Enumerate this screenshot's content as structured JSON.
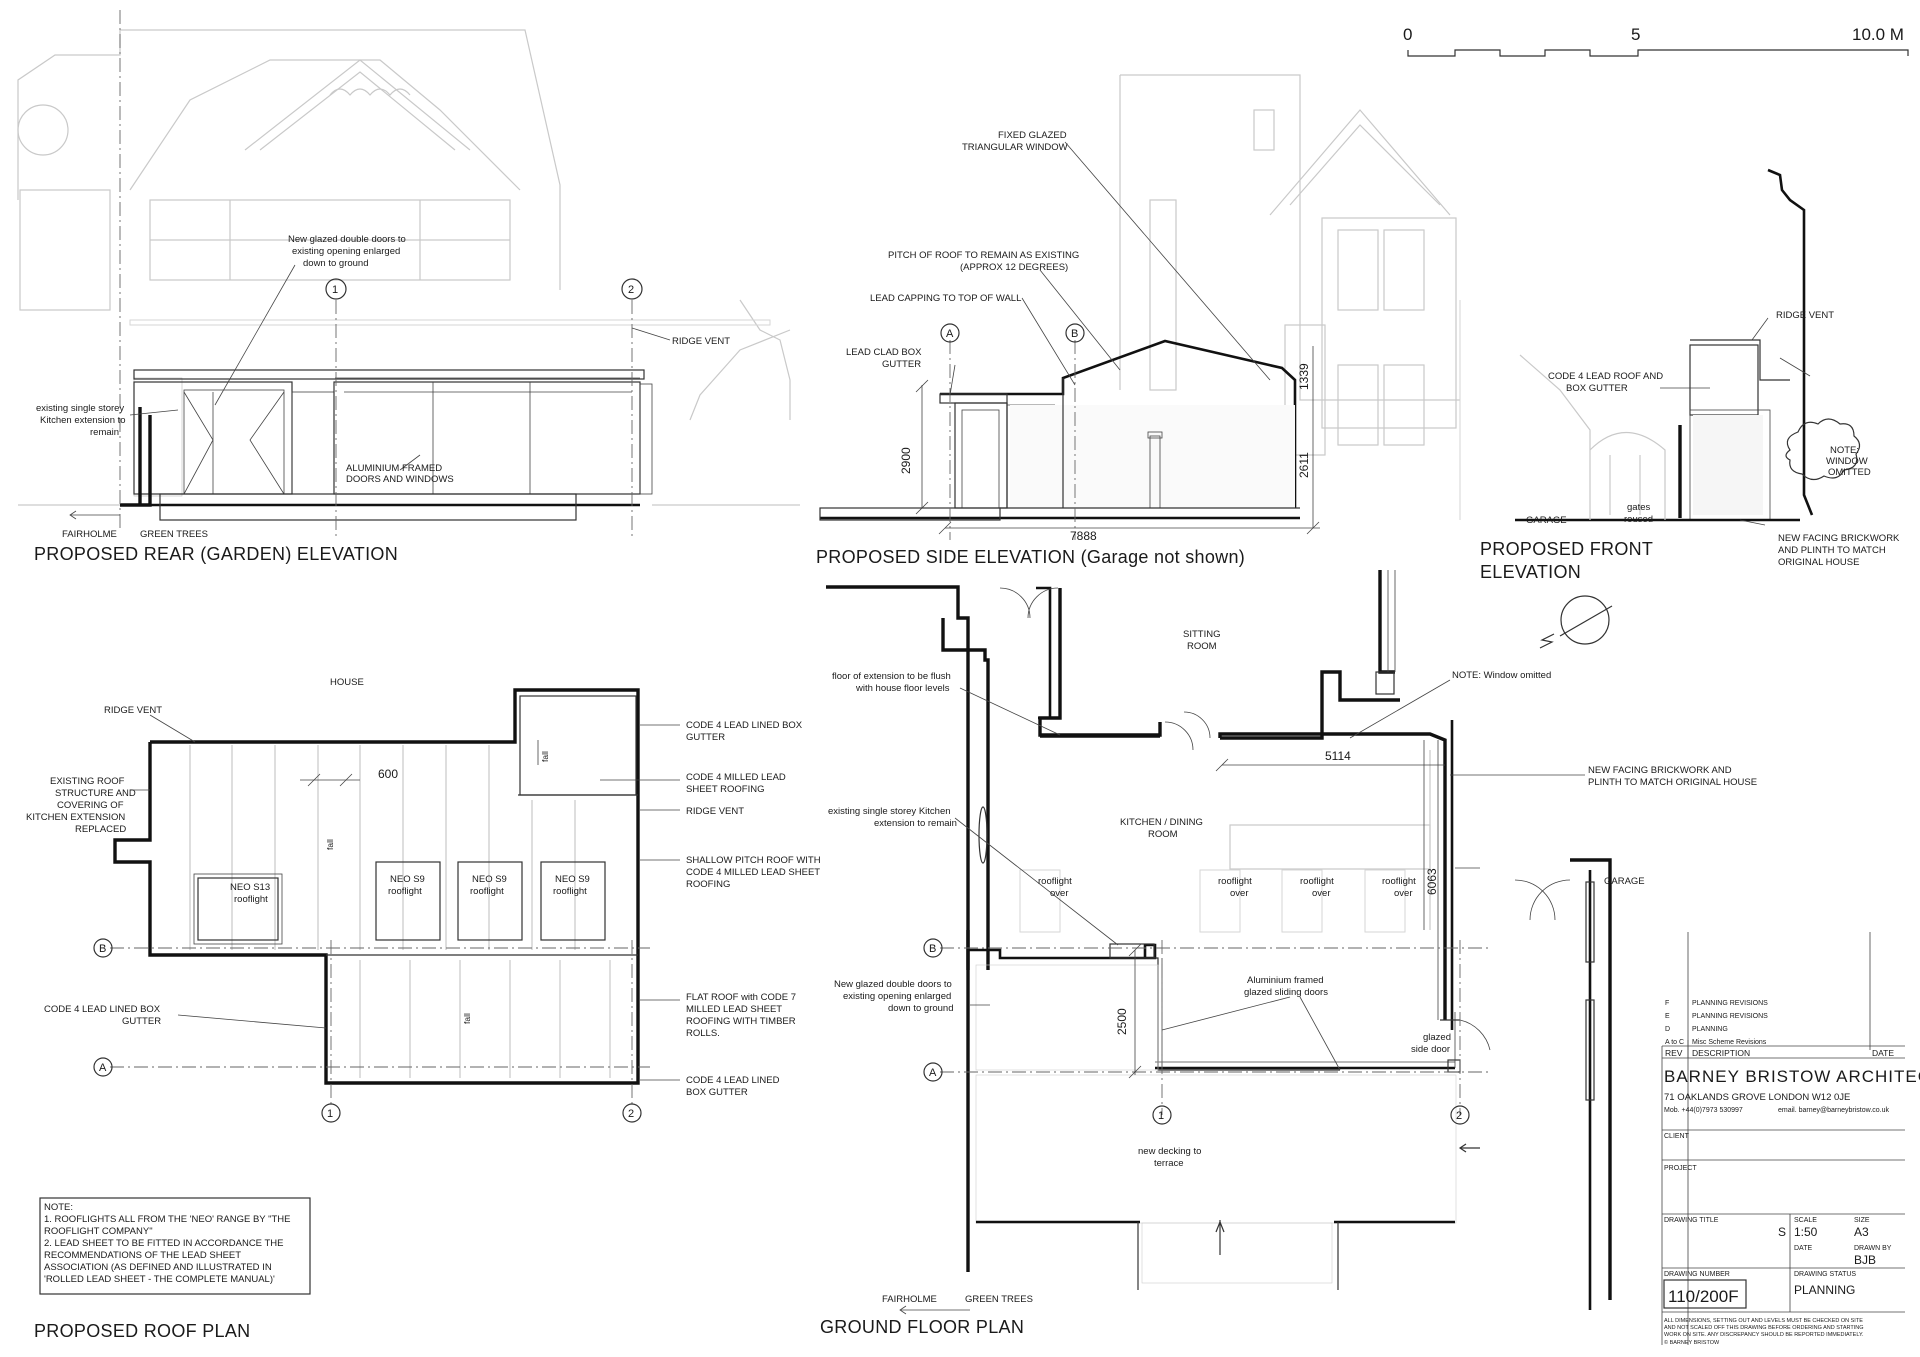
{
  "scale_bar": {
    "labels": [
      "0",
      "5",
      "10.0 M"
    ]
  },
  "rear_elevation": {
    "title": "PROPOSED REAR (GARDEN) ELEVATION",
    "notes": {
      "doors": [
        "New glazed double doors to",
        "existing opening enlarged",
        "down to ground"
      ],
      "ridge_vent": "RIDGE VENT",
      "existing": [
        "existing single storey",
        "Kitchen extension to",
        "remain"
      ],
      "aluminium": [
        "ALUMINIUM FRAMED",
        "DOORS AND WINDOWS"
      ],
      "fairholme": "FAIRHOLME",
      "green_trees": "GREEN TREES"
    },
    "grid_bubbles": [
      "1",
      "2"
    ]
  },
  "side_elevation": {
    "title": "PROPOSED SIDE ELEVATION (Garage not shown)",
    "notes": {
      "fixed": [
        "FIXED GLAZED",
        "TRIANGULAR WINDOW"
      ],
      "pitch": [
        "PITCH OF ROOF TO REMAIN AS EXISTING",
        "(APPROX 12 DEGREES)"
      ],
      "lead_capping": "LEAD CAPPING TO TOP OF WALL",
      "lead_clad": [
        "LEAD CLAD BOX",
        "GUTTER"
      ]
    },
    "grid_bubbles": [
      "A",
      "B"
    ],
    "dims": {
      "h1": "2900",
      "h2": "1339",
      "h3": "2611",
      "w": "7888"
    }
  },
  "front_elevation": {
    "title": [
      "PROPOSED FRONT",
      "ELEVATION"
    ],
    "notes": {
      "ridge_vent": "RIDGE VENT",
      "code4": [
        "CODE 4 LEAD ROOF AND",
        "BOX GUTTER"
      ],
      "cloud": [
        "NOTE:",
        "WINDOW",
        "OMITTED"
      ],
      "garage": "GARAGE",
      "gates": [
        "gates",
        "reused"
      ],
      "brick": [
        "NEW FACING BRICKWORK",
        "AND PLINTH TO MATCH",
        "ORIGINAL HOUSE"
      ]
    }
  },
  "roof_plan": {
    "title": "PROPOSED ROOF PLAN",
    "house": "HOUSE",
    "notes": {
      "ridge_vent_left": "RIDGE VENT",
      "existing": [
        "EXISTING ROOF",
        "STRUCTURE AND",
        "COVERING OF",
        "KITCHEN EXTENSION",
        "REPLACED"
      ],
      "code4_box_left": [
        "CODE 4 LEAD LINED BOX",
        "GUTTER"
      ],
      "code4_box_right": [
        "CODE 4 LEAD LINED BOX",
        "GUTTER"
      ],
      "code4_milled": [
        "CODE 4 MILLED LEAD",
        "SHEET ROOFING"
      ],
      "ridge_vent_right": "RIDGE VENT",
      "shallow": [
        "SHALLOW PITCH ROOF WITH",
        "CODE 4 MILLED LEAD SHEET",
        "ROOFING"
      ],
      "flat": [
        "FLAT ROOF with CODE 7",
        "MILLED LEAD SHEET",
        "ROOFING WITH TIMBER",
        "ROLLS."
      ],
      "code4_lined_bottom": [
        "CODE 4 LEAD LINED",
        "BOX GUTTER"
      ]
    },
    "rooflights": [
      {
        "name": "NEO S13",
        "label": "rooflight"
      },
      {
        "name": "NEO S9",
        "label": "rooflight"
      },
      {
        "name": "NEO S9",
        "label": "rooflight"
      },
      {
        "name": "NEO S9",
        "label": "rooflight"
      }
    ],
    "dim_600": "600",
    "fall": "fall",
    "grid_bubbles": [
      "B",
      "A",
      "1",
      "2"
    ],
    "note_box": [
      "NOTE:",
      "1. ROOFLIGHTS ALL FROM THE 'NEO' RANGE BY \"THE",
      "ROOFLIGHT COMPANY\"",
      "2. LEAD SHEET TO BE FITTED IN ACCORDANCE THE",
      "RECOMMENDATIONS OF THE LEAD SHEET",
      "ASSOCIATION (AS DEFINED AND ILLUSTRATED IN",
      "'ROLLED LEAD SHEET - THE COMPLETE MANUAL)'"
    ]
  },
  "ground_plan": {
    "title": "GROUND FLOOR PLAN",
    "sitting": [
      "SITTING",
      "ROOM"
    ],
    "kitchen": [
      "KITCHEN / DINING",
      "ROOM"
    ],
    "note_window": "NOTE: Window omitted",
    "floor_note": [
      "floor of extension to be flush",
      "with house floor levels"
    ],
    "new_facing": [
      "NEW FACING BRICKWORK AND",
      "PLINTH TO MATCH ORIGINAL HOUSE"
    ],
    "existing_kitchen": [
      "existing single storey Kitchen",
      "extension to remain"
    ],
    "rooflight_over": [
      "rooflight",
      "over"
    ],
    "new_doors": [
      "New glazed double doors to",
      "existing opening enlarged",
      "down to ground"
    ],
    "aluminium": [
      "Aluminium framed",
      "glazed sliding doors"
    ],
    "glazed_side": [
      "glazed",
      "side door"
    ],
    "decking": [
      "new decking to",
      "terrace"
    ],
    "garage": "GARAGE",
    "fairholme": "FAIRHOLME",
    "green_trees": "GREEN TREES",
    "dims": {
      "d5114": "5114",
      "d6063": "6063",
      "d2500": "2500"
    },
    "grid_bubbles": [
      "B",
      "A",
      "1",
      "2"
    ]
  },
  "title_block": {
    "revisions": [
      {
        "rev": "F",
        "desc": "PLANNING REVISIONS"
      },
      {
        "rev": "E",
        "desc": "PLANNING REVISIONS"
      },
      {
        "rev": "D",
        "desc": "PLANNING"
      },
      {
        "rev": "A to C",
        "desc": "Misc Scheme Revisions"
      }
    ],
    "headers": {
      "rev": "REV",
      "desc": "DESCRIPTION",
      "date": "DATE"
    },
    "firm": "BARNEY BRISTOW ARCHITECTS",
    "address": "71 OAKLANDS GROVE   LONDON   W12 0JE",
    "mob": "Mob. +44(0)7973 530997",
    "email": "email. barney@barneybristow.co.uk",
    "client": "CLIENT",
    "project": "PROJECT",
    "drawing_title": "DRAWING TITLE",
    "scale_label": "SCALE",
    "scale": "1:50",
    "size_label": "SIZE",
    "size": "A3",
    "date_label": "DATE",
    "drawn_by_label": "DRAWN BY",
    "drawn_by": "BJB",
    "s_mark": "S",
    "drawing_number_label": "DRAWING NUMBER",
    "drawing_number": "110/200F",
    "status_label": "DRAWING STATUS",
    "status": "PLANNING",
    "disclaimer": [
      "ALL DIMENSIONS, SETTING OUT AND LEVELS MUST BE CHECKED ON SITE",
      "AND NOT SCALED OFF THIS DRAWING BEFORE ORDERING AND STARTING",
      "WORK ON SITE. ANY DISCREPANCY SHOULD BE REPORTED IMMEDIATELY."
    ],
    "copyright": "© BARNEY BRISTOW"
  }
}
